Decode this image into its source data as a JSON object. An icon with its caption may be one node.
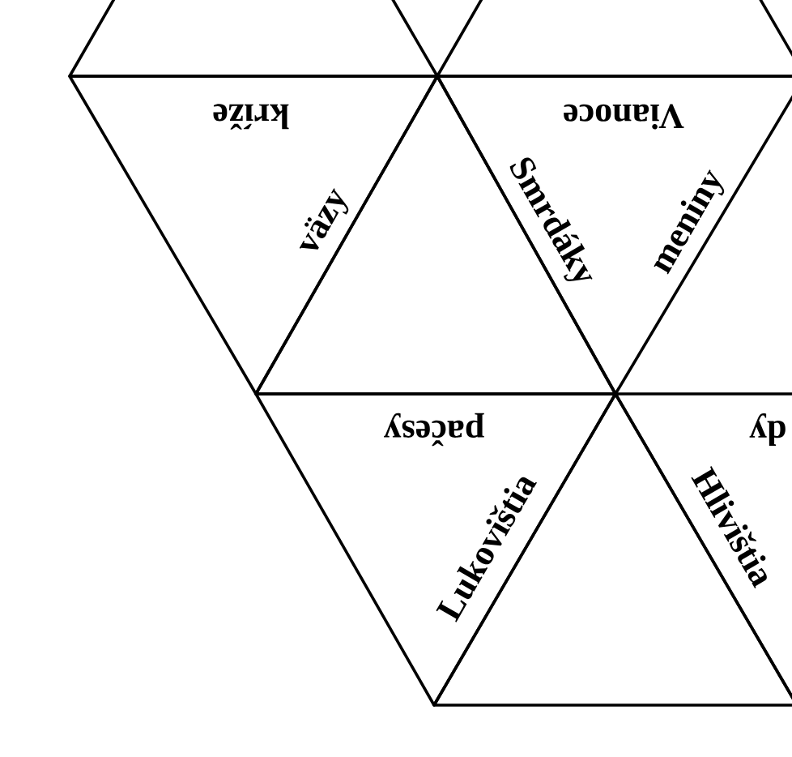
{
  "diagram": {
    "nodes": [
      {
        "text": [],
        "shape": "triangle"
      },
      {
        "text": [],
        "shape": "triangle"
      },
      {
        "text": [
          "kríže",
          "väzy"
        ]
      },
      {
        "text": [
          "Vianoce",
          "Smrdáky",
          "meniny"
        ]
      },
      {
        "text": [],
        "shape": "triangle"
      },
      {
        "text": [
          "pačesy",
          "Lukovištia"
        ]
      },
      {
        "text": [],
        "shape": "triangle"
      },
      {
        "text": [
          "dy",
          "Hlivištia"
        ]
      }
    ]
  }
}
